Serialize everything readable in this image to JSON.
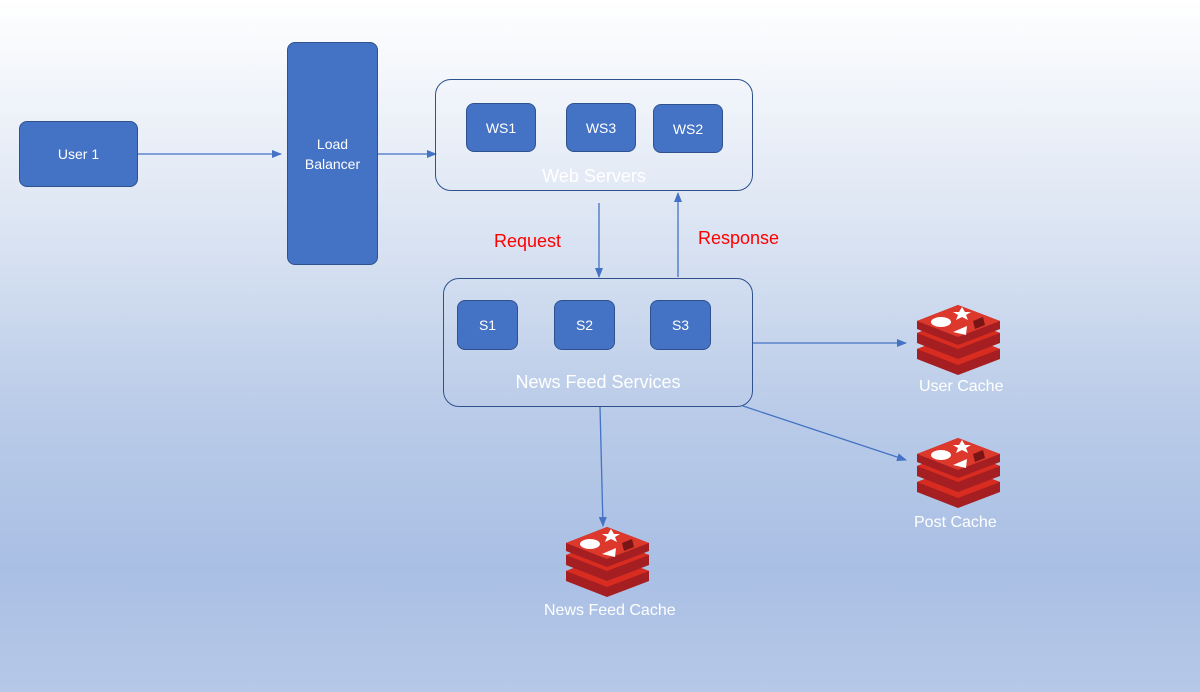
{
  "nodes": {
    "user": "User 1",
    "load_balancer": "Load\nBalancer"
  },
  "web_servers": {
    "label": "Web Servers",
    "servers": [
      "WS1",
      "WS3",
      "WS2"
    ]
  },
  "news_feed_services": {
    "label": "News Feed Services",
    "servers": [
      "S1",
      "S2",
      "S3"
    ]
  },
  "flows": {
    "request": "Request",
    "response": "Response"
  },
  "caches": {
    "user_cache": "User Cache",
    "post_cache": "Post Cache",
    "news_feed_cache": "News Feed Cache"
  },
  "colors": {
    "node_fill": "#4472c4",
    "node_border": "#2f528f",
    "arrow": "#4472c4",
    "flow_label": "#ff0000",
    "redis_red": "#c6302b"
  },
  "icons": {
    "cache": "redis-icon"
  }
}
